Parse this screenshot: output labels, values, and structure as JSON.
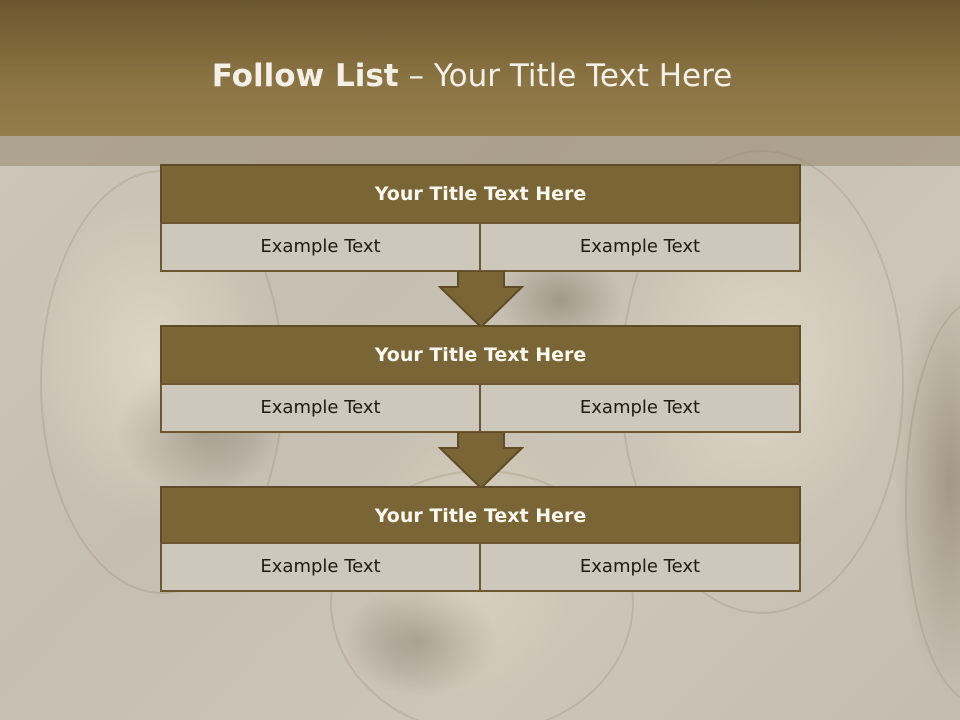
{
  "slide": {
    "title_bold": "Follow List",
    "title_rest": "– Your Title Text Here"
  },
  "steps": [
    {
      "title": "Your Title Text Here",
      "left": "Example Text",
      "right": "Example Text"
    },
    {
      "title": "Your Title Text Here",
      "left": "Example Text",
      "right": "Example Text"
    },
    {
      "title": "Your Title Text Here",
      "left": "Example Text",
      "right": "Example Text"
    }
  ],
  "colors": {
    "header": "#8b7443",
    "block_title_bg": "#7a6537",
    "cell_bg": "#cec7bc",
    "arrow": "#7a6537"
  },
  "icons": {
    "connector": "down-arrow-icon"
  }
}
